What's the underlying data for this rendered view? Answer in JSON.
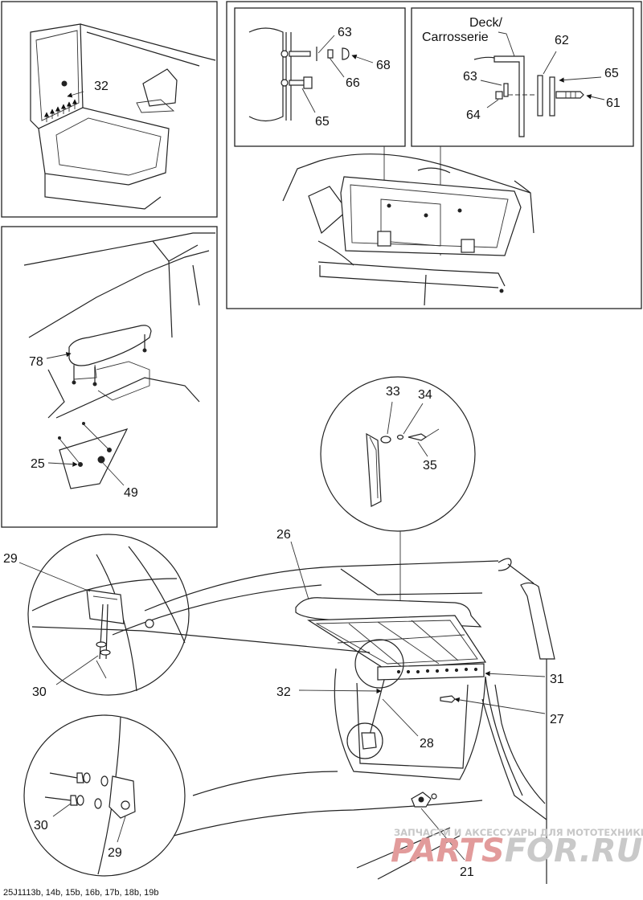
{
  "watermark": {
    "tagline": "ЗАПЧАСТИ И АКСЕССУАРЫ ДЛЯ МОТОТЕХНИКИ",
    "brand_left": "PARTS",
    "brand_right": "FOR.RU",
    "colors": {
      "tagline": "#c7c7c7",
      "brand_left": "#e29b9b",
      "brand_right": "#c9c9c9"
    }
  },
  "figure_code": "25J1113b, 14b, 15b, 16b, 17b, 18b, 19b",
  "deck_label": {
    "line1": "Deck/",
    "line2": "Carrosserie"
  },
  "callouts": {
    "n21": "21",
    "n25": "25",
    "n26": "26",
    "n27": "27",
    "n28": "28",
    "n29a": "29",
    "n29b": "29",
    "n30a": "30",
    "n30b": "30",
    "n31": "31",
    "n32a": "32",
    "n32b": "32",
    "n33": "33",
    "n34": "34",
    "n35": "35",
    "n49": "49",
    "n61": "61",
    "n62": "62",
    "n63a": "63",
    "n63b": "63",
    "n64": "64",
    "n65a": "65",
    "n65b": "65",
    "n66": "66",
    "n68": "68",
    "n78": "78"
  }
}
